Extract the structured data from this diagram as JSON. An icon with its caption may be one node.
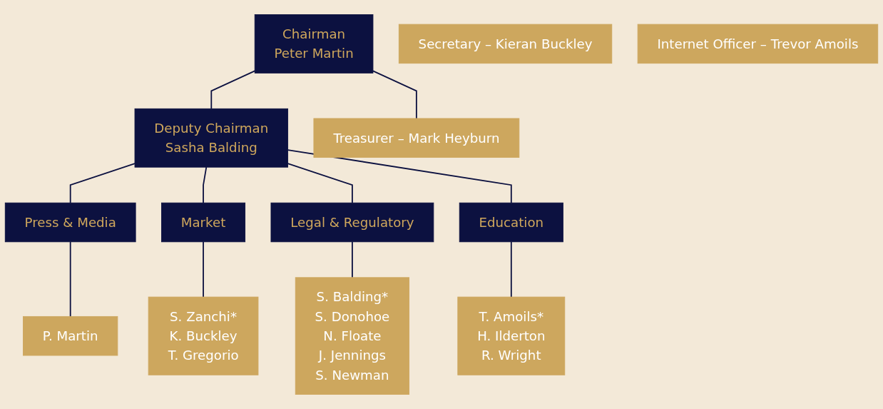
{
  "diagram": {
    "nodes": [
      {
        "text": [
          "Chairman",
          "Peter Martin"
        ]
      },
      {
        "text": [
          "Treasurer – Mark Heyburn"
        ]
      },
      {
        "text": [
          "Secretary – Kieran Buckley"
        ]
      },
      {
        "text": [
          "Internet Officer – Trevor Amoils"
        ]
      },
      {
        "text": [
          "Deputy Chairman",
          "Sasha Balding"
        ]
      },
      {
        "text": [
          "Press & Media"
        ]
      },
      {
        "text": [
          "Market"
        ]
      },
      {
        "text": [
          "Legal & Regulatory"
        ]
      },
      {
        "text": [
          "Education"
        ]
      },
      {
        "text": [
          "P. Martin"
        ]
      },
      {
        "text": [
          "S. Zanchi*",
          "K. Buckley",
          "T. Gregorio"
        ]
      },
      {
        "text": [
          "S. Balding*",
          "S. Donohoe",
          "N. Floate",
          "J. Jennings",
          "S. Newman"
        ]
      },
      {
        "text": [
          "T. Amoils*",
          "H. Ilderton",
          "R. Wright"
        ]
      }
    ],
    "edges": [
      {
        "from": 0,
        "to": 1,
        "arrow": "none"
      },
      {
        "from": 0,
        "to": 4,
        "arrow": "none"
      },
      {
        "from": 4,
        "to": 5,
        "arrow": "none"
      },
      {
        "from": 4,
        "to": 6,
        "arrow": "none"
      },
      {
        "from": 4,
        "to": 7,
        "arrow": "none"
      },
      {
        "from": 4,
        "to": 8,
        "arrow": "none"
      },
      {
        "from": 5,
        "to": 9,
        "arrow": "none"
      },
      {
        "from": 6,
        "to": 10,
        "arrow": "none"
      },
      {
        "from": 7,
        "to": 11,
        "arrow": "none"
      },
      {
        "from": 8,
        "to": 12,
        "arrow": "none"
      }
    ]
  }
}
